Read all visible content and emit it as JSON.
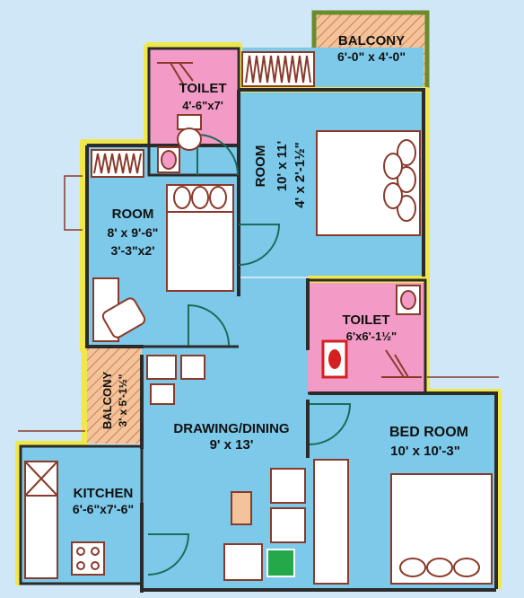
{
  "colors": {
    "background": "#cfe7f6",
    "room_fill": "#7cc9ea",
    "toilet_fill": "#f29bc6",
    "balcony_fill": "#f3c49a",
    "balcony_border": "#6a8c2c",
    "wall": "#2b2b2b",
    "outline_highlight": "#f0e84a",
    "furniture": "#8a3a2a",
    "door_swing": "#1e6b5a",
    "hob": "#23a84a"
  },
  "rooms": {
    "balcony_top": {
      "name": "BALCONY",
      "size": "6'-0\" x 4'-0\""
    },
    "toilet_top": {
      "name": "TOILET",
      "size": "4'-6\"x7'"
    },
    "room_right": {
      "name": "ROOM",
      "size1": "10' x 11'",
      "size2": "4' x 2'-1½\""
    },
    "room_left": {
      "name": "ROOM",
      "size1": "8' x 9'-6\"",
      "size2": "3'-3\"x2'"
    },
    "toilet_mid": {
      "name": "TOILET",
      "size": "6'x6'-1½\""
    },
    "balcony_side": {
      "name": "BALCONY",
      "size": "3' x 5'-1½\""
    },
    "drawing_dining": {
      "name": "DRAWING/DINING",
      "size": "9' x 13'"
    },
    "bed_room": {
      "name": "BED ROOM",
      "size": "10' x 10'-3\""
    },
    "kitchen": {
      "name": "KITCHEN",
      "size": "6'-6\"x7'-6\""
    }
  }
}
